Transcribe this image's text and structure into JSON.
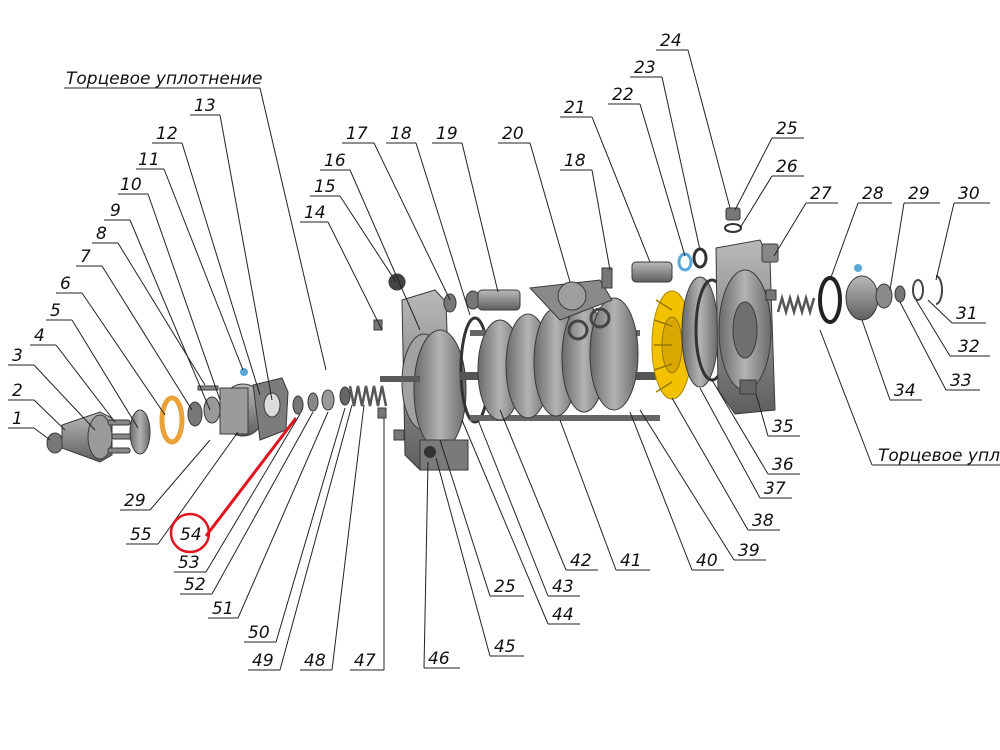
{
  "labels": {
    "seal_top": "Торцевое уплотнение",
    "seal_right": "Торцевое упл",
    "n1": "1",
    "n2": "2",
    "n3": "3",
    "n4": "4",
    "n5": "5",
    "n6": "6",
    "n7": "7",
    "n8": "8",
    "n9": "9",
    "n10": "10",
    "n11": "11",
    "n12": "12",
    "n13": "13",
    "n14": "14",
    "n15": "15",
    "n16": "16",
    "n17": "17",
    "n18a": "18",
    "n18b": "18",
    "n19": "19",
    "n20": "20",
    "n21": "21",
    "n22": "22",
    "n23": "23",
    "n24": "24",
    "n25a": "25",
    "n25b": "25",
    "n26": "26",
    "n27": "27",
    "n28": "28",
    "n29a": "29",
    "n29b": "29",
    "n30": "30",
    "n31": "31",
    "n32": "32",
    "n33": "33",
    "n34": "34",
    "n35": "35",
    "n36": "36",
    "n37": "37",
    "n38": "38",
    "n39": "39",
    "n40": "40",
    "n41": "41",
    "n42": "42",
    "n43": "43",
    "n44": "44",
    "n45": "45",
    "n46": "46",
    "n47": "47",
    "n48": "48",
    "n49": "49",
    "n50": "50",
    "n51": "51",
    "n52": "52",
    "n53": "53",
    "n54": "54",
    "n55": "55"
  },
  "highlight": {
    "label": "54",
    "color": "#e0141e"
  },
  "colors": {
    "impeller": "#f2c200",
    "gasket": "#e9a33a",
    "metal": "#8c8c8c",
    "leader": "#222222"
  }
}
